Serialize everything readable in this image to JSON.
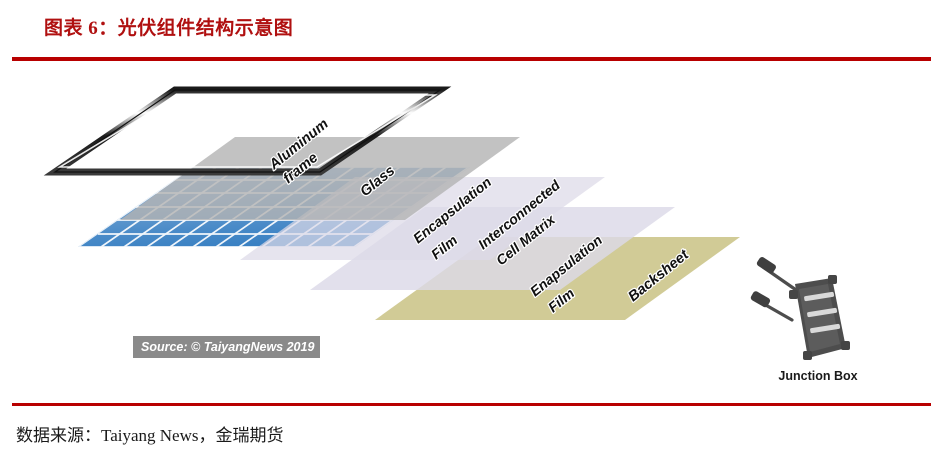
{
  "header": {
    "title": "图表 6：光伏组件结构示意图",
    "rule_color": "#b80000",
    "title_color": "#b01010"
  },
  "footer": {
    "source": "数据来源：Taiyang News，金瑞期货"
  },
  "diagram": {
    "watermark": "Source: © TaiyangNews 2019",
    "junction_box_label": "Junction Box",
    "layers": [
      {
        "key": "aluminum_frame",
        "label": "Aluminum\nframe",
        "label_line1": "Aluminum",
        "label_line2": "frame",
        "color": "#ffffff",
        "outline": "#111111"
      },
      {
        "key": "glass",
        "label": "Glass",
        "label_line1": "Glass",
        "label_line2": "",
        "color": "#b3b3b3"
      },
      {
        "key": "encapsulation_film_front",
        "label": "Encapsulation\nFilm",
        "label_line1": "Encapsulation",
        "label_line2": "Film",
        "color": "#dcd9e8"
      },
      {
        "key": "interconnected_cell_matrix",
        "label": "Interconnected\nCell Matrix",
        "label_line1": "Interconnected",
        "label_line2": "Cell Matrix",
        "color": "#4d8fcd"
      },
      {
        "key": "encapsulation_film_back",
        "label": "Enapsulation\nFilm",
        "label_line1": "Enapsulation",
        "label_line2": "Film",
        "color": "#dcd9e8"
      },
      {
        "key": "backsheet",
        "label": "Backsheet",
        "label_line1": "Backsheet",
        "label_line2": "",
        "color": "#cfc890"
      }
    ],
    "colors": {
      "glass": "#b3b3b3",
      "film": "#dcd9e8",
      "cell_blue_light": "#7fa9d6",
      "cell_blue_dark": "#3d86c6",
      "backsheet": "#cfc890",
      "junction_box": "#4d4d4d",
      "watermark_bg": "#8a8a8a"
    }
  }
}
